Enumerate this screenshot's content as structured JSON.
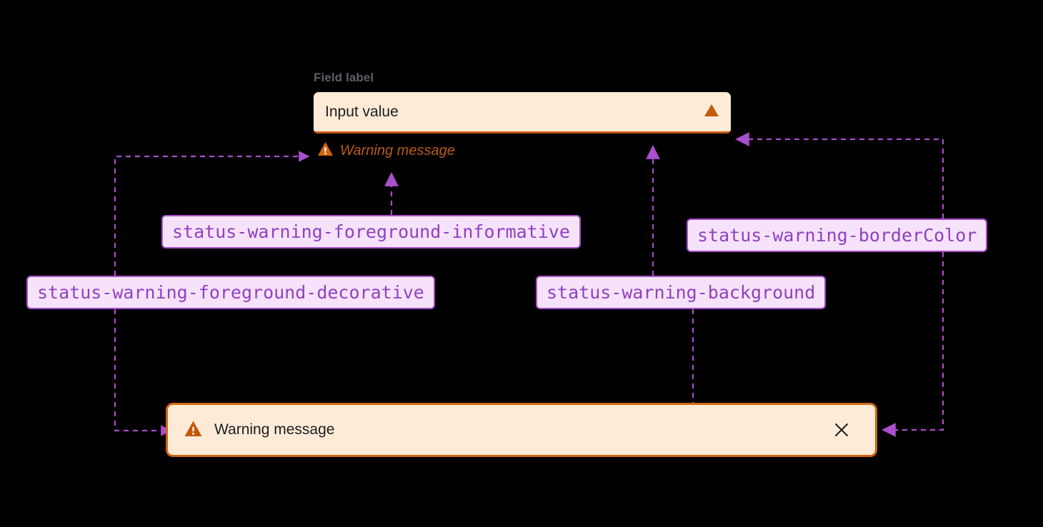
{
  "theme": {
    "canvas_bg": "#000000",
    "status_warning_background": "#FDEBD8",
    "status_warning_borderColor": "#C4580D",
    "status_warning_foreground_decorative": "#D2640E",
    "status_warning_foreground_informative": "#B85B17",
    "token_chip_bg": "#F6E3FB",
    "token_chip_border": "#A84FCB",
    "token_chip_text": "#9240C0",
    "connector_color": "#A84FCB",
    "field_label_color": "#5b6068",
    "body_text_color": "#1d1d1f"
  },
  "field": {
    "label": "Field label",
    "input_value": "Input value",
    "input_placeholder": "Input value",
    "status_icon": "warning-triangle-icon",
    "message": "Warning message",
    "message_icon": "warning-triangle-exclamation-icon"
  },
  "banner": {
    "message": "Warning message",
    "icon": "warning-triangle-exclamation-icon",
    "close_icon": "close-icon",
    "close_label": "×"
  },
  "tokens": [
    {
      "id": "informative",
      "name": "status-warning-foreground-informative"
    },
    {
      "id": "decorative",
      "name": "status-warning-foreground-decorative"
    },
    {
      "id": "background",
      "name": "status-warning-background"
    },
    {
      "id": "bordercolor",
      "name": "status-warning-borderColor"
    }
  ]
}
